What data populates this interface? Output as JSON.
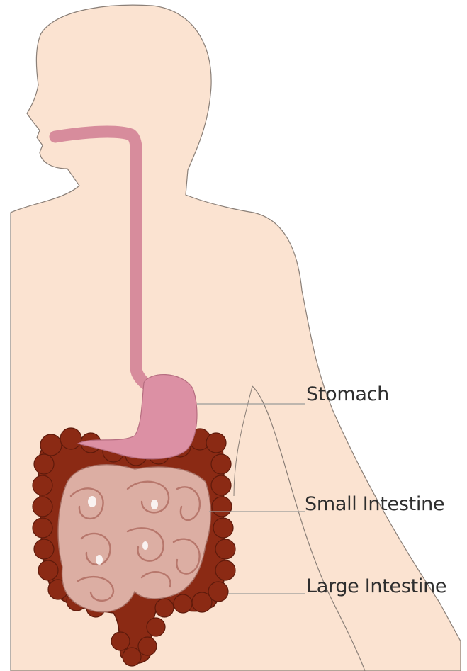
{
  "labels": {
    "stomach": "Stomach",
    "small_intestine": "Small Intestine",
    "large_intestine": "Large Intestine"
  },
  "colors": {
    "skin": "#fbe3d1",
    "outline": "#8a7f77",
    "esophagus": "#d78c9c",
    "stomach": "#dc90a4",
    "large_intestine": "#8b2a14",
    "small_intestine": "#dcaea3",
    "small_intestine_shadow": "#b7776c",
    "leader_line": "#9a9a9a",
    "text": "#2e2e2e"
  }
}
